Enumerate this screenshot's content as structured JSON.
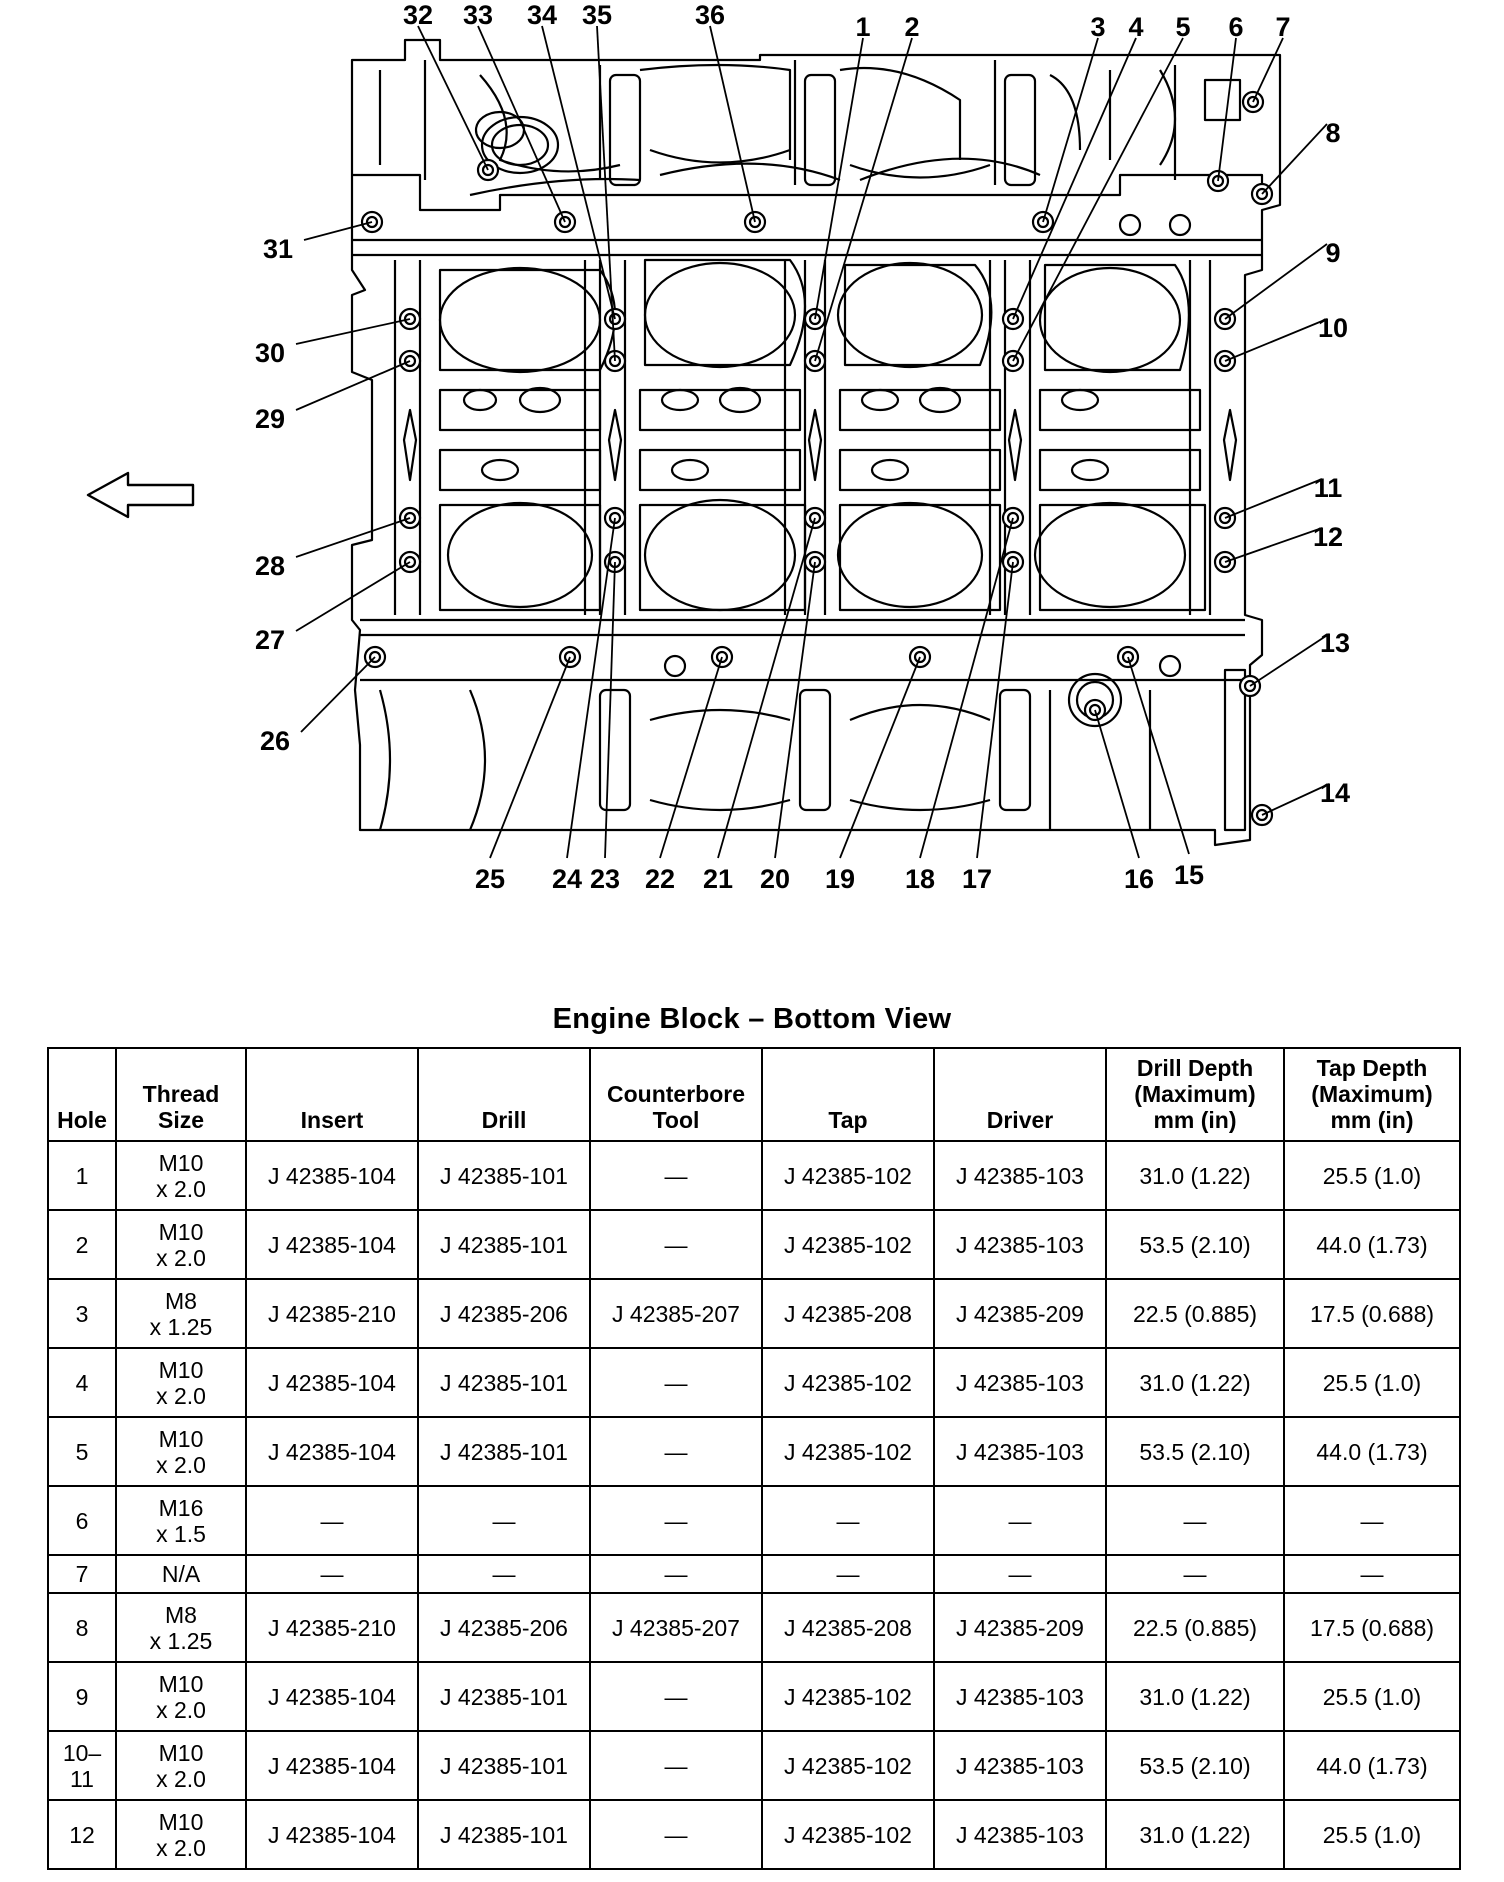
{
  "figure": {
    "callouts": [
      "1",
      "2",
      "3",
      "4",
      "5",
      "6",
      "7",
      "8",
      "9",
      "10",
      "11",
      "12",
      "13",
      "14",
      "15",
      "16",
      "17",
      "18",
      "19",
      "20",
      "21",
      "22",
      "23",
      "24",
      "25",
      "26",
      "27",
      "28",
      "29",
      "30",
      "31",
      "32",
      "33",
      "34",
      "35",
      "36"
    ],
    "direction_arrow": "arrow-left-icon"
  },
  "table": {
    "title": "Engine Block – Bottom View",
    "headers": {
      "hole": "Hole",
      "thread_size": "Thread Size",
      "insert": "Insert",
      "drill": "Drill",
      "counterbore": "Counterbore Tool",
      "tap": "Tap",
      "driver": "Driver",
      "drill_depth": "Drill Depth (Maximum) mm (in)",
      "tap_depth": "Tap Depth (Maximum) mm (in)"
    },
    "rows": [
      {
        "hole": "1",
        "thread": [
          "M10",
          "x 2.0"
        ],
        "insert": "J 42385-104",
        "drill": "J 42385-101",
        "counterbore": "—",
        "tap": "J 42385-102",
        "driver": "J 42385-103",
        "drill_depth": "31.0 (1.22)",
        "tap_depth": "25.5 (1.0)"
      },
      {
        "hole": "2",
        "thread": [
          "M10",
          "x 2.0"
        ],
        "insert": "J 42385-104",
        "drill": "J 42385-101",
        "counterbore": "—",
        "tap": "J 42385-102",
        "driver": "J 42385-103",
        "drill_depth": "53.5 (2.10)",
        "tap_depth": "44.0 (1.73)"
      },
      {
        "hole": "3",
        "thread": [
          "M8",
          "x 1.25"
        ],
        "insert": "J 42385-210",
        "drill": "J 42385-206",
        "counterbore": "J 42385-207",
        "tap": "J 42385-208",
        "driver": "J 42385-209",
        "drill_depth": "22.5 (0.885)",
        "tap_depth": "17.5 (0.688)"
      },
      {
        "hole": "4",
        "thread": [
          "M10",
          "x 2.0"
        ],
        "insert": "J 42385-104",
        "drill": "J 42385-101",
        "counterbore": "—",
        "tap": "J 42385-102",
        "driver": "J 42385-103",
        "drill_depth": "31.0 (1.22)",
        "tap_depth": "25.5 (1.0)"
      },
      {
        "hole": "5",
        "thread": [
          "M10",
          "x 2.0"
        ],
        "insert": "J 42385-104",
        "drill": "J 42385-101",
        "counterbore": "—",
        "tap": "J 42385-102",
        "driver": "J 42385-103",
        "drill_depth": "53.5 (2.10)",
        "tap_depth": "44.0 (1.73)"
      },
      {
        "hole": "6",
        "thread": [
          "M16",
          "x 1.5"
        ],
        "insert": "—",
        "drill": "—",
        "counterbore": "—",
        "tap": "—",
        "driver": "—",
        "drill_depth": "—",
        "tap_depth": "—"
      },
      {
        "hole": "7",
        "thread": [
          "N/A"
        ],
        "insert": "—",
        "drill": "—",
        "counterbore": "—",
        "tap": "—",
        "driver": "—",
        "drill_depth": "—",
        "tap_depth": "—"
      },
      {
        "hole": "8",
        "thread": [
          "M8",
          "x 1.25"
        ],
        "insert": "J 42385-210",
        "drill": "J 42385-206",
        "counterbore": "J 42385-207",
        "tap": "J 42385-208",
        "driver": "J 42385-209",
        "drill_depth": "22.5 (0.885)",
        "tap_depth": "17.5 (0.688)"
      },
      {
        "hole": "9",
        "thread": [
          "M10",
          "x 2.0"
        ],
        "insert": "J 42385-104",
        "drill": "J 42385-101",
        "counterbore": "—",
        "tap": "J 42385-102",
        "driver": "J 42385-103",
        "drill_depth": "31.0 (1.22)",
        "tap_depth": "25.5 (1.0)"
      },
      {
        "hole": "10–11",
        "thread": [
          "M10",
          "x 2.0"
        ],
        "insert": "J 42385-104",
        "drill": "J 42385-101",
        "counterbore": "—",
        "tap": "J 42385-102",
        "driver": "J 42385-103",
        "drill_depth": "53.5 (2.10)",
        "tap_depth": "44.0 (1.73)"
      },
      {
        "hole": "12",
        "thread": [
          "M10",
          "x 2.0"
        ],
        "insert": "J 42385-104",
        "drill": "J 42385-101",
        "counterbore": "—",
        "tap": "J 42385-102",
        "driver": "J 42385-103",
        "drill_depth": "31.0 (1.22)",
        "tap_depth": "25.5 (1.0)"
      }
    ]
  }
}
